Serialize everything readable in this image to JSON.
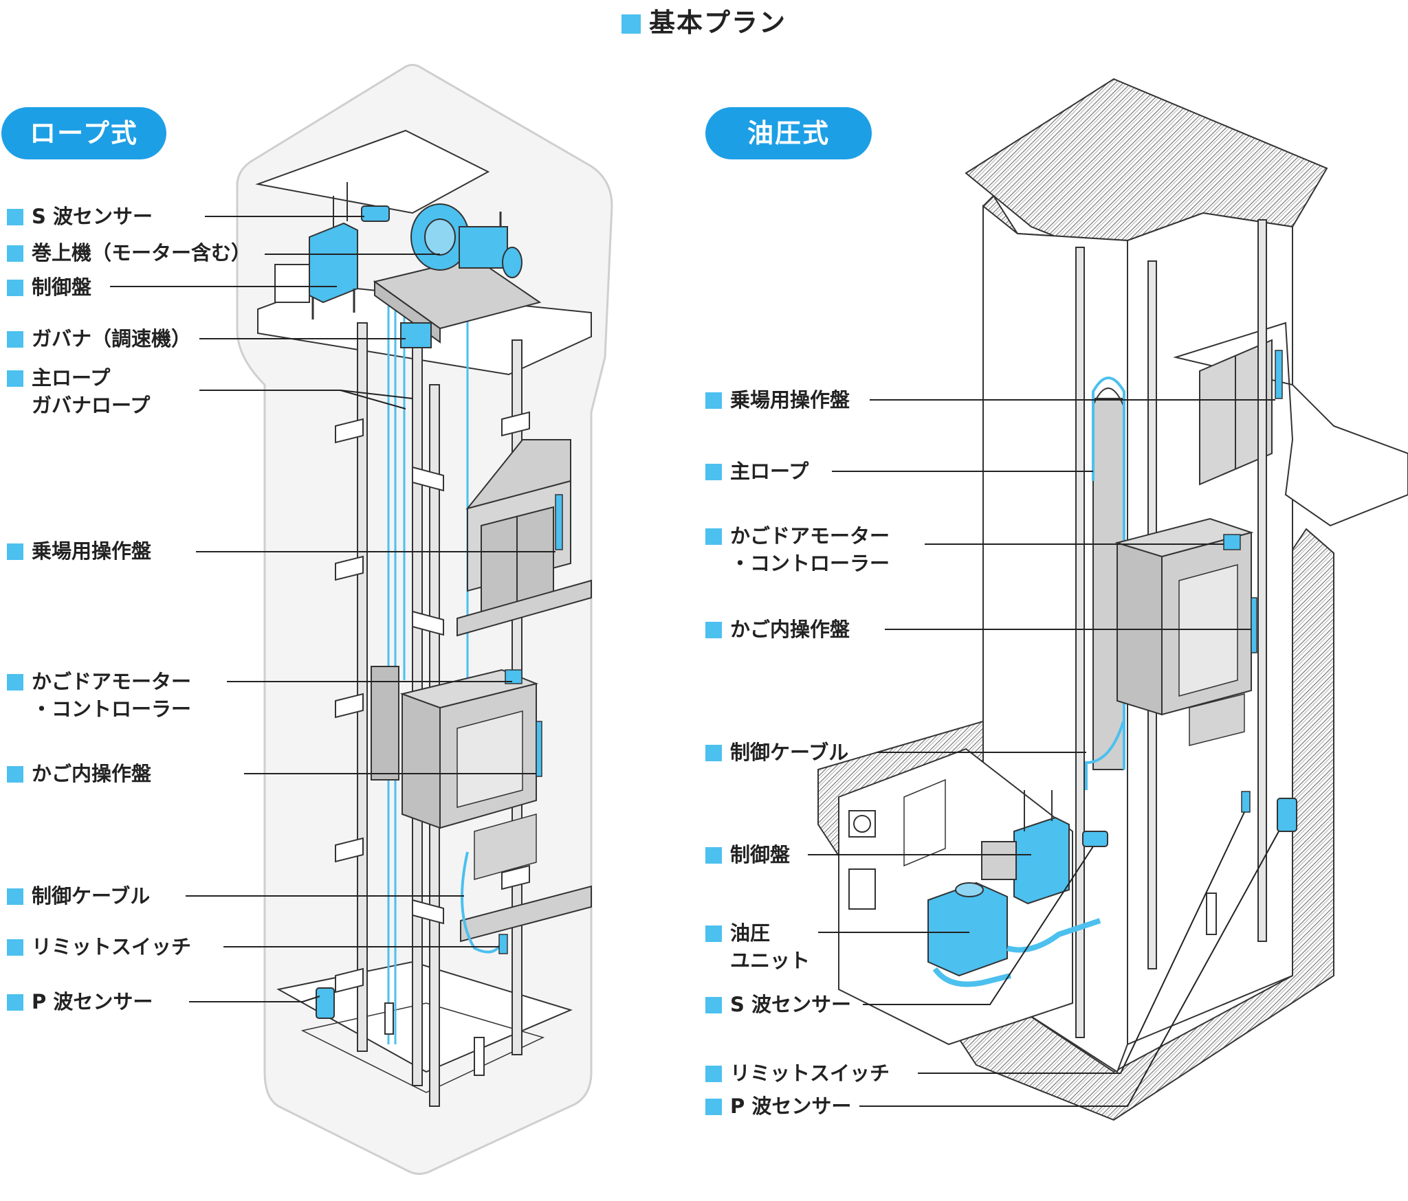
{
  "title": "基本プラン",
  "colors": {
    "accent": "#4cc0ee",
    "pill": "#1d9fe6",
    "steel": "#d0d0d0",
    "outline": "#333333",
    "wall_hatch": "#8a8a8a"
  },
  "rope": {
    "heading": "ロープ式",
    "labels": {
      "s_wave": "S 波センサー",
      "hoist_1": "巻上機（モーター含む）",
      "control_panel": "制御盤",
      "governor": "ガバナ（調速機）",
      "rope_1": "主ロープ",
      "rope_2": "ガバナロープ",
      "hall_panel": "乗場用操作盤",
      "door_motor_1": "かごドアモーター",
      "door_motor_2": "・コントローラー",
      "car_panel": "かご内操作盤",
      "control_cable": "制御ケーブル",
      "limit_switch": "リミットスイッチ",
      "p_wave": "P 波センサー"
    }
  },
  "hydraulic": {
    "heading": "油圧式",
    "labels": {
      "hall_panel": "乗場用操作盤",
      "main_rope": "主ロープ",
      "door_motor_1": "かごドアモーター",
      "door_motor_2": "・コントローラー",
      "car_panel": "かご内操作盤",
      "control_cable": "制御ケーブル",
      "control_panel": "制御盤",
      "unit_1": "油圧",
      "unit_2": "ユニット",
      "s_wave": "S 波センサー",
      "limit_switch": "リミットスイッチ",
      "p_wave": "P 波センサー"
    }
  }
}
